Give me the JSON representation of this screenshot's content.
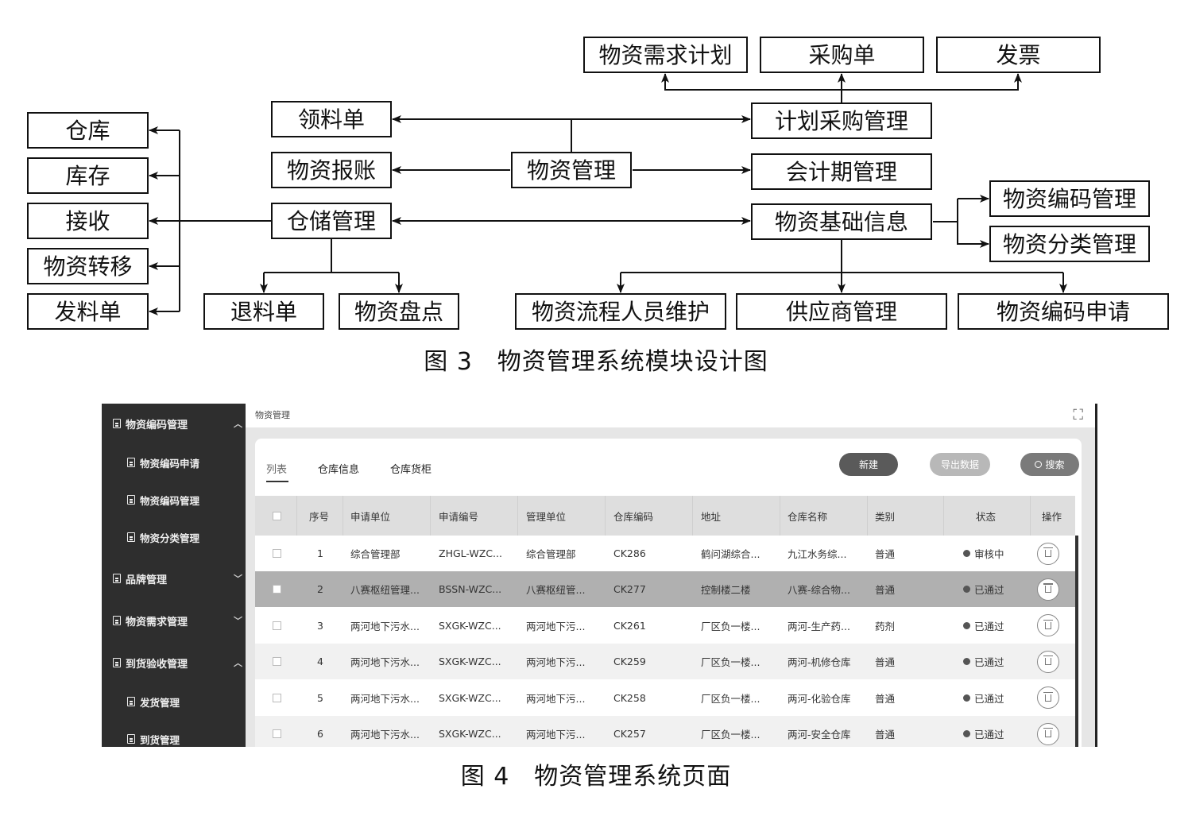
{
  "figure3": {
    "caption": "图 3　物资管理系统模块设计图",
    "nodes": {
      "center": "物资管理",
      "requisition": "领料单",
      "reimburse": "物资报账",
      "storage": "仓储管理",
      "warehouse": "仓库",
      "inventory": "库存",
      "receive": "接收",
      "transfer": "物资转移",
      "issue": "发料单",
      "return": "退料单",
      "stocktake": "物资盘点",
      "plan_purchase": "计划采购管理",
      "demand_plan": "物资需求计划",
      "purchase_order": "采购单",
      "invoice": "发票",
      "accounting_period": "会计期管理",
      "basic_info": "物资基础信息",
      "code_mgmt": "物资编码管理",
      "category_mgmt": "物资分类管理",
      "flow_staff": "物资流程人员维护",
      "supplier": "供应商管理",
      "code_apply": "物资编码申请"
    }
  },
  "figure4": {
    "caption": "图 4　物资管理系统页面",
    "sidebar": {
      "items": [
        {
          "label": "物资编码管理",
          "level": "top",
          "chevron": "^"
        },
        {
          "label": "物资编码申请",
          "level": "sub"
        },
        {
          "label": "物资编码管理",
          "level": "sub"
        },
        {
          "label": "物资分类管理",
          "level": "sub"
        },
        {
          "label": "品牌管理",
          "level": "top",
          "chevron": "v"
        },
        {
          "label": "物资需求管理",
          "level": "top",
          "chevron": "v"
        },
        {
          "label": "到货验收管理",
          "level": "top",
          "chevron": "^"
        },
        {
          "label": "发货管理",
          "level": "sub"
        },
        {
          "label": "到货管理",
          "level": "sub"
        }
      ]
    },
    "breadcrumb": "物资管理",
    "tabs": [
      "列表",
      "仓库信息",
      "仓库货柜"
    ],
    "buttons": {
      "new": "新建",
      "export": "导出数据",
      "search": "搜索"
    },
    "table": {
      "headers": [
        "序号",
        "申请单位",
        "申请编号",
        "管理单位",
        "仓库编码",
        "地址",
        "仓库名称",
        "类别",
        "状态",
        "操作"
      ],
      "rows": [
        [
          "1",
          "综合管理部",
          "ZHGL-WZC...",
          "综合管理部",
          "CK286",
          "鹤问湖综合...",
          "九江水务综...",
          "普通",
          "审核中"
        ],
        [
          "2",
          "八赛枢纽管理...",
          "BSSN-WZC...",
          "八赛枢纽管...",
          "CK277",
          "控制楼二楼",
          "八赛-综合物...",
          "普通",
          "已通过"
        ],
        [
          "3",
          "两河地下污水...",
          "SXGK-WZC...",
          "两河地下污...",
          "CK261",
          "厂区负一楼...",
          "两河-生产药...",
          "药剂",
          "已通过"
        ],
        [
          "4",
          "两河地下污水...",
          "SXGK-WZC...",
          "两河地下污...",
          "CK259",
          "厂区负一楼...",
          "两河-机修仓库",
          "普通",
          "已通过"
        ],
        [
          "5",
          "两河地下污水...",
          "SXGK-WZC...",
          "两河地下污...",
          "CK258",
          "厂区负一楼...",
          "两河-化验仓库",
          "普通",
          "已通过"
        ],
        [
          "6",
          "两河地下污水...",
          "SXGK-WZC...",
          "两河地下污...",
          "CK257",
          "厂区负一楼...",
          "两河-安全仓库",
          "普通",
          "已通过"
        ]
      ]
    }
  }
}
